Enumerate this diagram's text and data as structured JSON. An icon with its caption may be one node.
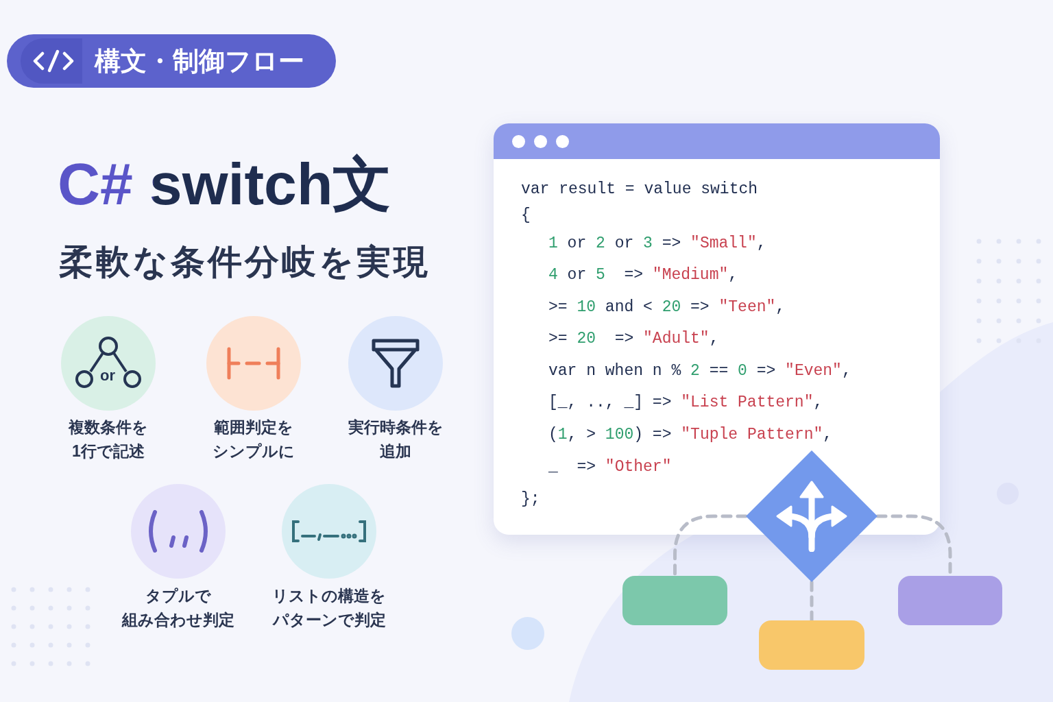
{
  "diagram": {
    "title": "C# switch文",
    "nodes": [
      {
        "text": [],
        "shape": "diamond"
      },
      {
        "text": [],
        "shape": "box"
      },
      {
        "text": [],
        "shape": "box"
      },
      {
        "text": [],
        "shape": "box"
      }
    ],
    "edges": [
      {
        "from": 0,
        "to": 1,
        "arrow": "none",
        "style": "dashed"
      },
      {
        "from": 0,
        "to": 2,
        "arrow": "none",
        "style": "dashed"
      },
      {
        "from": 0,
        "to": 3,
        "arrow": "none",
        "style": "dashed"
      }
    ],
    "labels": [
      "構文・制御フロー",
      "柔軟な条件分岐を実現",
      "or",
      "複数条件を1行で記述",
      "範囲判定をシンプルに",
      "実行時条件を追加",
      "タプルで組み合わせ判定",
      "リストの構造をパターンで判定",
      "var result = value switch",
      "{",
      "1 or 2 or 3 => \"Small\",",
      "4 or 5  => \"Medium\",",
      ">= 10 and < 20 => \"Teen\",",
      ">= 20  => \"Adult\",",
      "var n when n % 2 == 0 => \"Even\",",
      "[_, .., _] => \"List Pattern\",",
      "(1, > 100) => \"Tuple Pattern\",",
      "_  => \"Other\"",
      "};"
    ]
  }
}
